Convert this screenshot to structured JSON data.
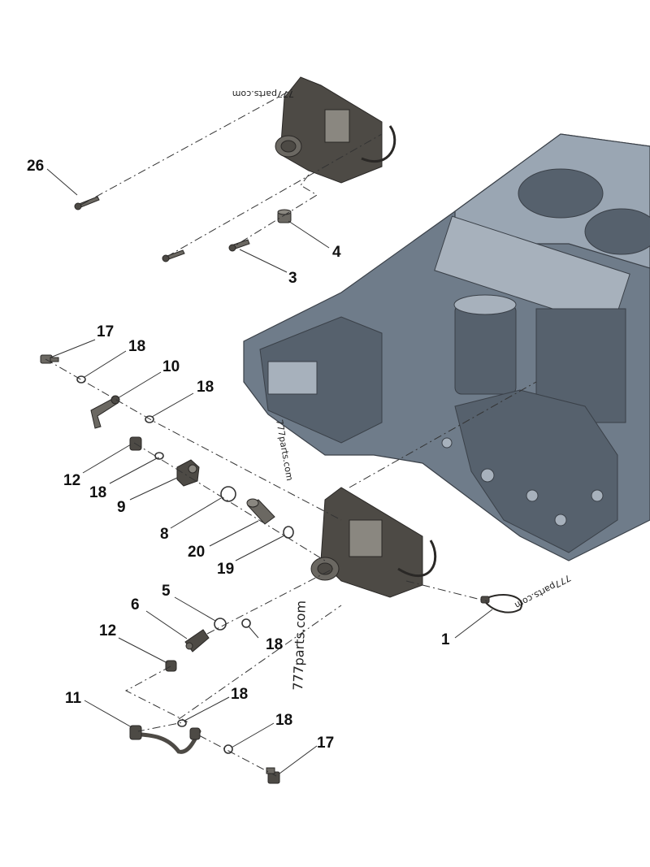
{
  "callouts": [
    {
      "id": "c26",
      "text": "26"
    },
    {
      "id": "c4",
      "text": "4"
    },
    {
      "id": "c3",
      "text": "3"
    },
    {
      "id": "c17a",
      "text": "17"
    },
    {
      "id": "c18a",
      "text": "18"
    },
    {
      "id": "c10",
      "text": "10"
    },
    {
      "id": "c18b",
      "text": "18"
    },
    {
      "id": "c12a",
      "text": "12"
    },
    {
      "id": "c18c",
      "text": "18"
    },
    {
      "id": "c9",
      "text": "9"
    },
    {
      "id": "c8",
      "text": "8"
    },
    {
      "id": "c20",
      "text": "20"
    },
    {
      "id": "c19",
      "text": "19"
    },
    {
      "id": "c5",
      "text": "5"
    },
    {
      "id": "c6",
      "text": "6"
    },
    {
      "id": "c12b",
      "text": "12"
    },
    {
      "id": "c18d",
      "text": "18"
    },
    {
      "id": "c1",
      "text": "1"
    },
    {
      "id": "c11",
      "text": "11"
    },
    {
      "id": "c18e",
      "text": "18"
    },
    {
      "id": "c18f",
      "text": "18"
    },
    {
      "id": "c17b",
      "text": "17"
    }
  ],
  "watermarks": [
    {
      "id": "w1",
      "text": "777parts.com"
    },
    {
      "id": "w2",
      "text": "777parts.com"
    },
    {
      "id": "w3",
      "text": "777parts.com"
    },
    {
      "id": "w4",
      "text": "777parts.com"
    }
  ],
  "colors": {
    "background": "#ffffff",
    "engine_block": "#6f7c8a",
    "parts": "#4d4a45",
    "lines": "#333333"
  }
}
